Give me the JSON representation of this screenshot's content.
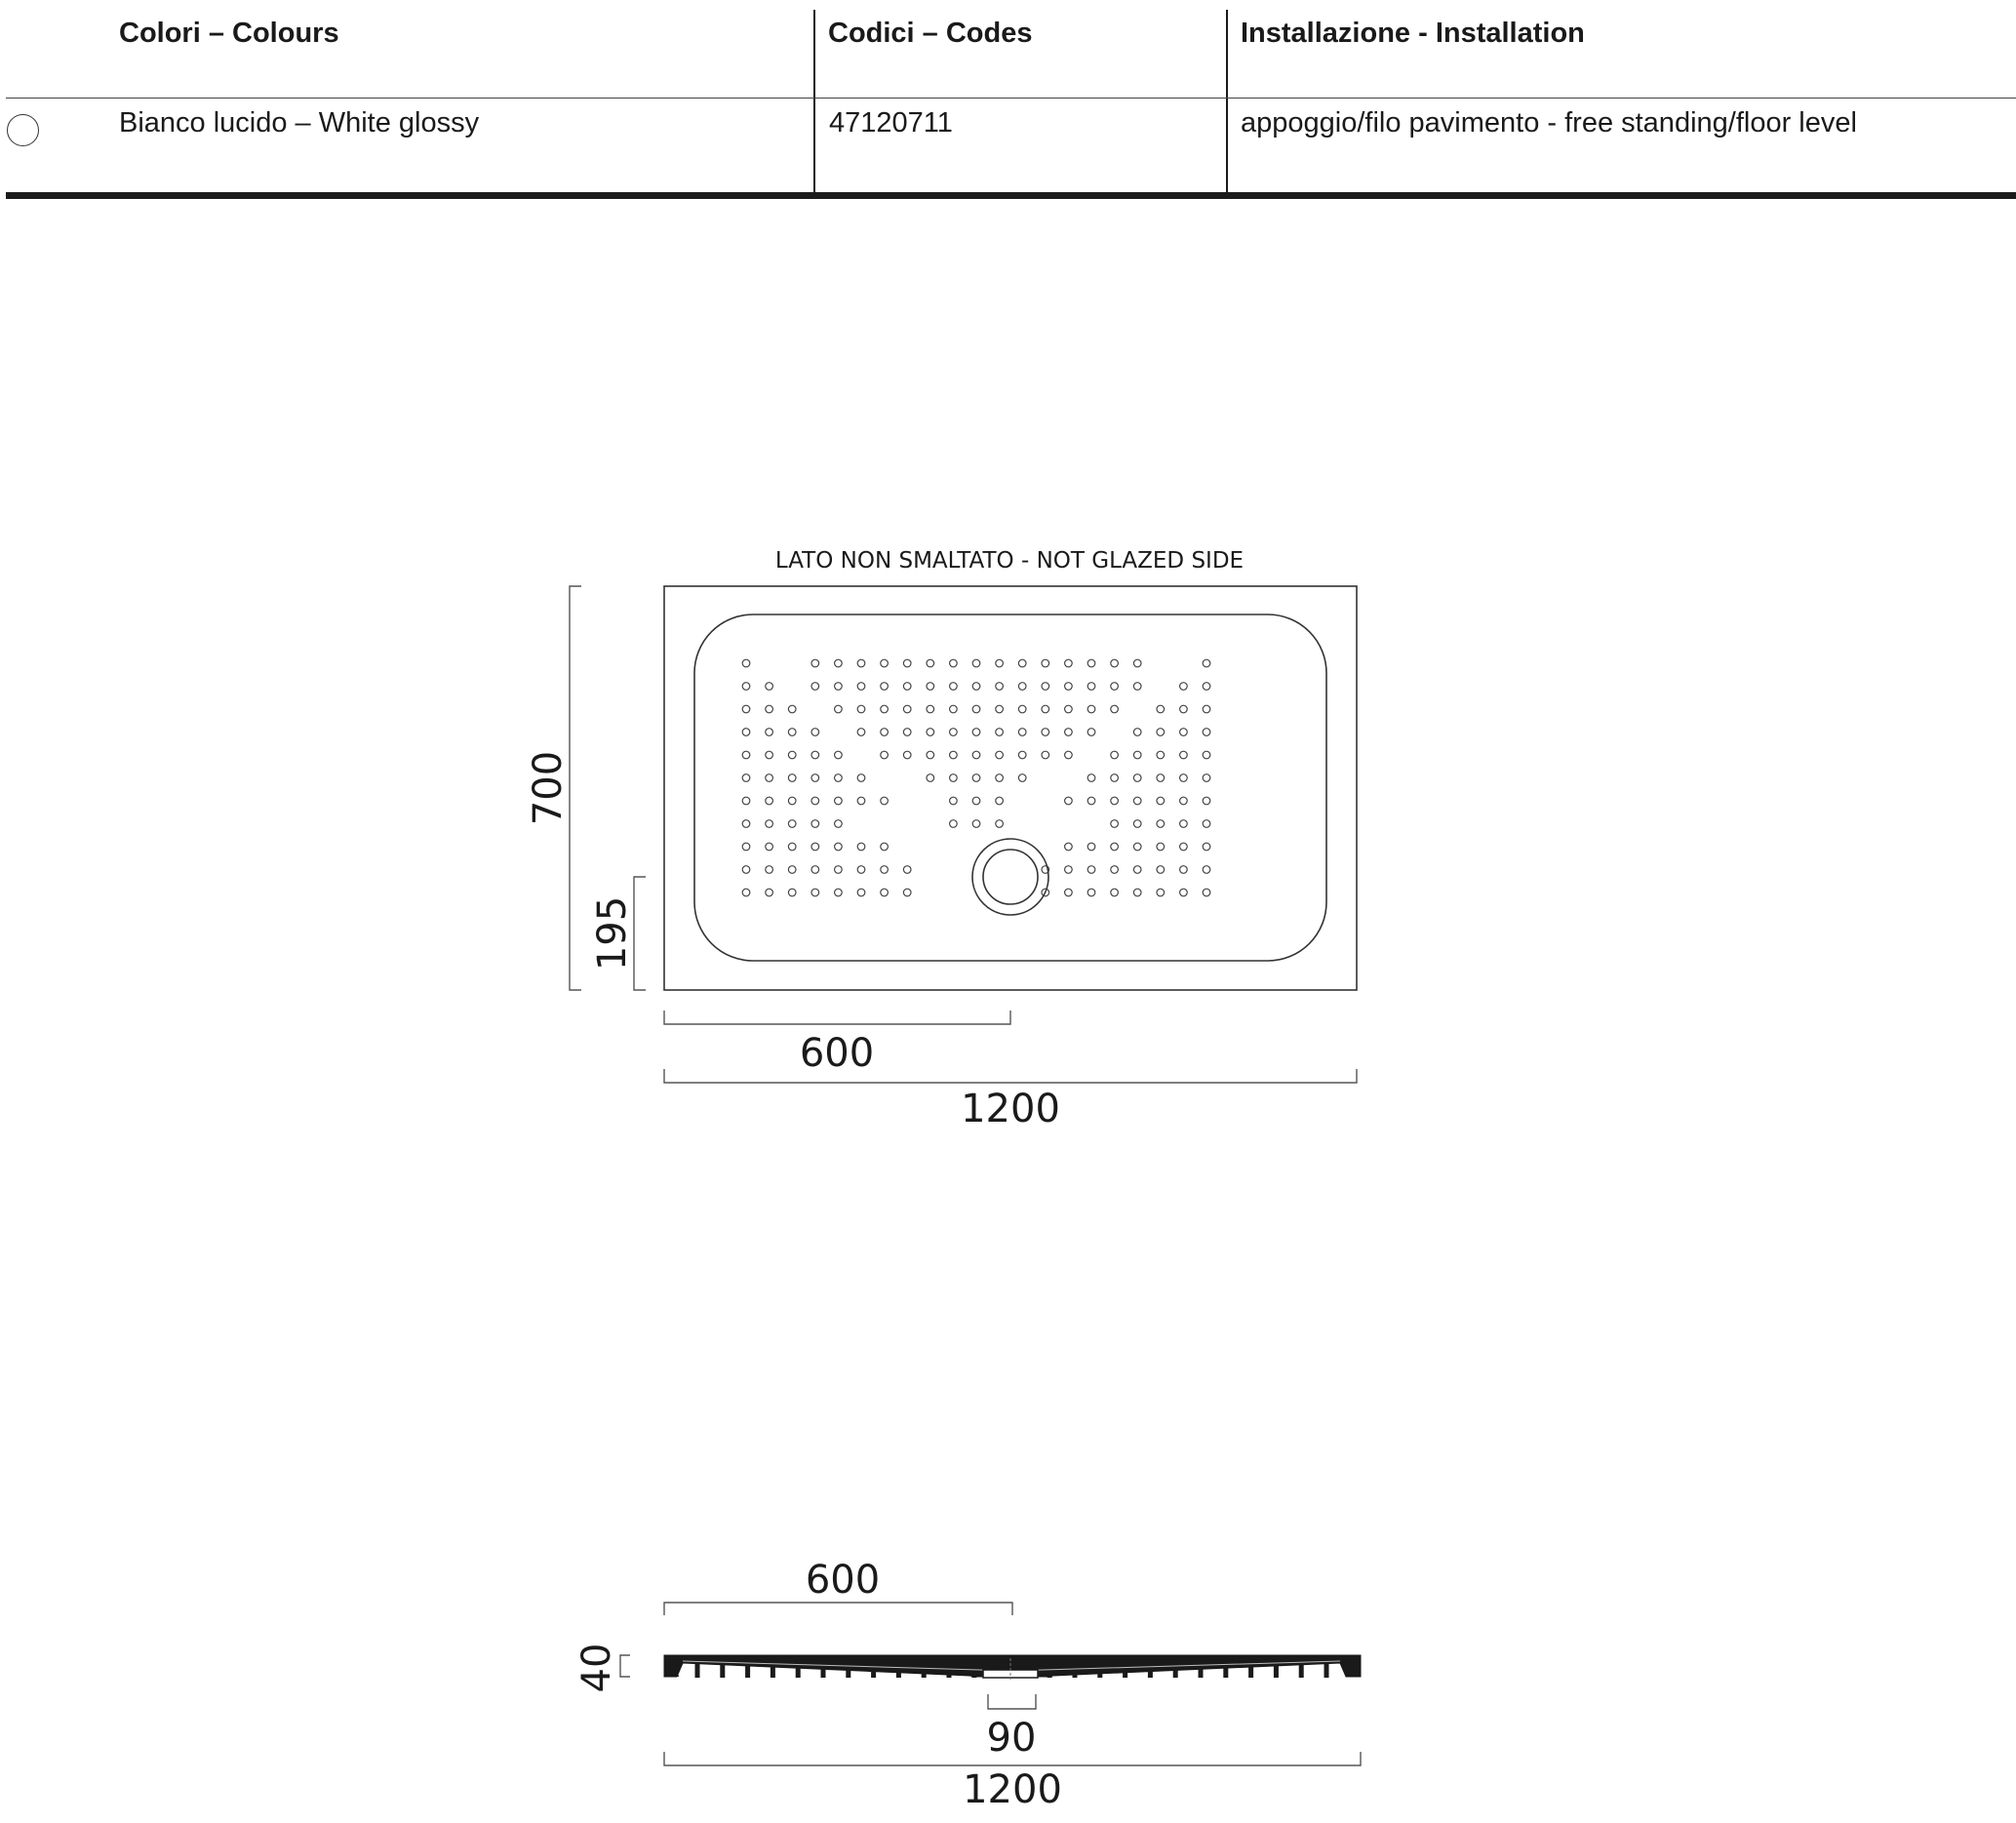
{
  "table": {
    "headers": {
      "colours": "Colori – Colours",
      "codes": "Codici – Codes",
      "installation": "Installazione - Installation"
    },
    "row": {
      "swatch_color": "#ffffff",
      "colour": "Bianco lucido – White glossy",
      "code": "47120711",
      "installation": "appoggio/filo pavimento - free standing/floor level"
    }
  },
  "plan_view": {
    "caption": "LATO NON SMALTATO - NOT GLAZED SIDE",
    "dim_height": "700",
    "dim_drain_offset_y": "195",
    "dim_drain_offset_x": "600",
    "dim_length": "1200"
  },
  "section_view": {
    "dim_drain_offset_x": "600",
    "dim_thickness": "40",
    "dim_drain_width": "90",
    "dim_length": "1200"
  }
}
